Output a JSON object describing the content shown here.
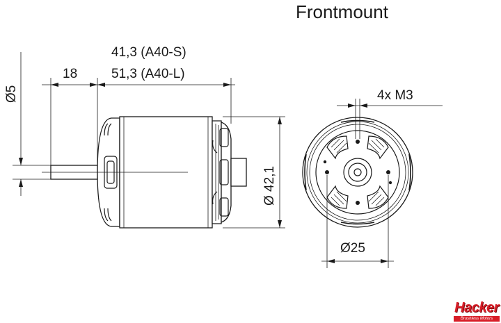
{
  "title": "Frontmount",
  "dimensions": {
    "length_s": "41,3 (A40-S)",
    "length_l": "51,3 (A40-L)",
    "shaft_length": "18",
    "shaft_diameter": "Ø5",
    "body_diameter": "Ø 42,1",
    "mount_circle": "Ø25",
    "mount_holes": "4x M3"
  },
  "logo": {
    "text": "Hacker",
    "subtext": "Brushless Motors",
    "color": "#d81e28"
  }
}
